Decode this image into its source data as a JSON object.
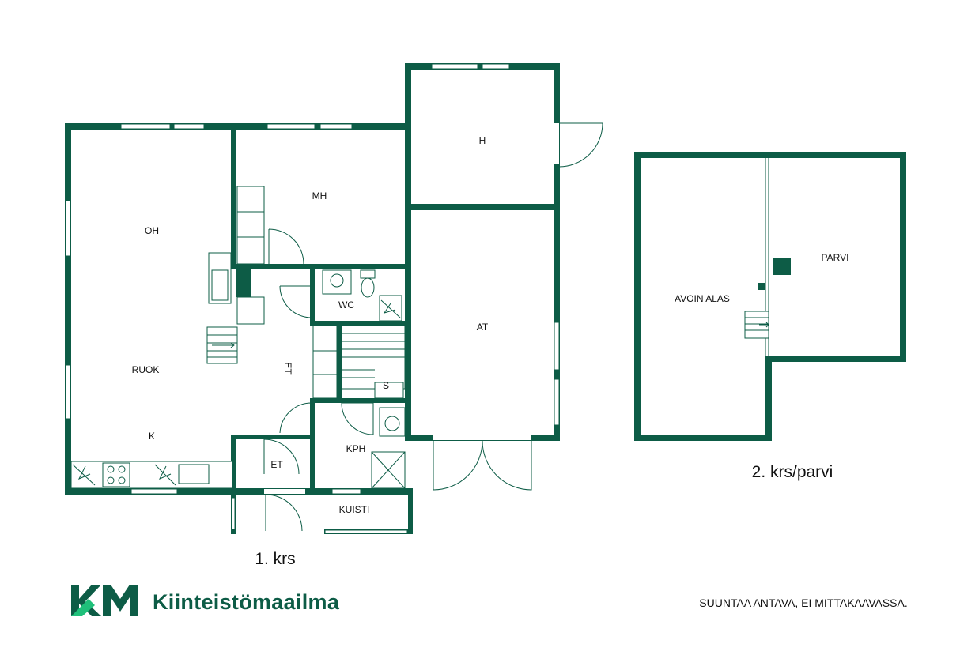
{
  "floors": [
    {
      "title": "1. krs",
      "rooms": {
        "oh": "OH",
        "ruok": "RUOK",
        "k": "K",
        "mh": "MH",
        "wc": "WC",
        "et_hall": "ET",
        "s": "S",
        "kph": "KPH",
        "et_entry": "ET",
        "kuisti": "KUISTI",
        "h": "H",
        "at": "AT"
      }
    },
    {
      "title": "2. krs/parvi",
      "rooms": {
        "avoin_alas": "AVOIN ALAS",
        "parvi": "PARVI"
      }
    }
  ],
  "brand": {
    "mark": "KM",
    "name": "Kiinteistömaailma",
    "color": "#0d5c46",
    "accent": "#1fc07a"
  },
  "disclaimer": "SUUNTAA ANTAVA, EI MITTAKAAVASSA."
}
